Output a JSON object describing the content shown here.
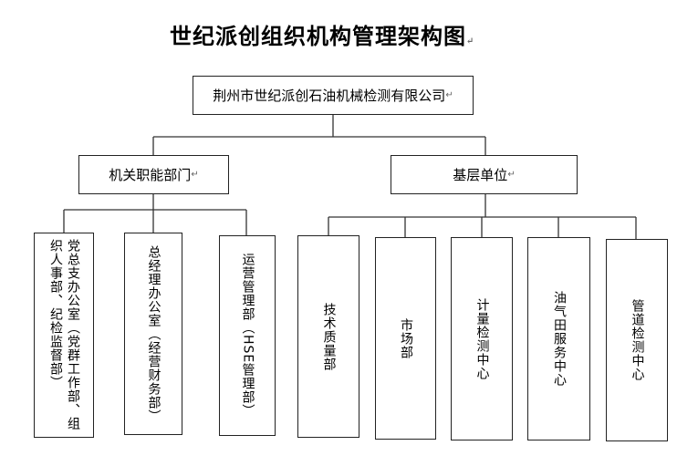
{
  "title": "世纪派创组织机构管理架构图",
  "root": "荆州市世纪派创石油机械检测有限公司",
  "branches": [
    {
      "label": "机关职能部门",
      "children": [
        "党总支办公室（党群工作部、组织人事部、纪检监督部）",
        "总经理办公室（经营财务部）",
        "运营管理部（HSE管理部）"
      ]
    },
    {
      "label": "基层单位",
      "children": [
        "技术质量部",
        "市场部",
        "计量检测中心",
        "油气田服务中心",
        "管道检测中心"
      ]
    }
  ],
  "paragraph_mark": "↵"
}
